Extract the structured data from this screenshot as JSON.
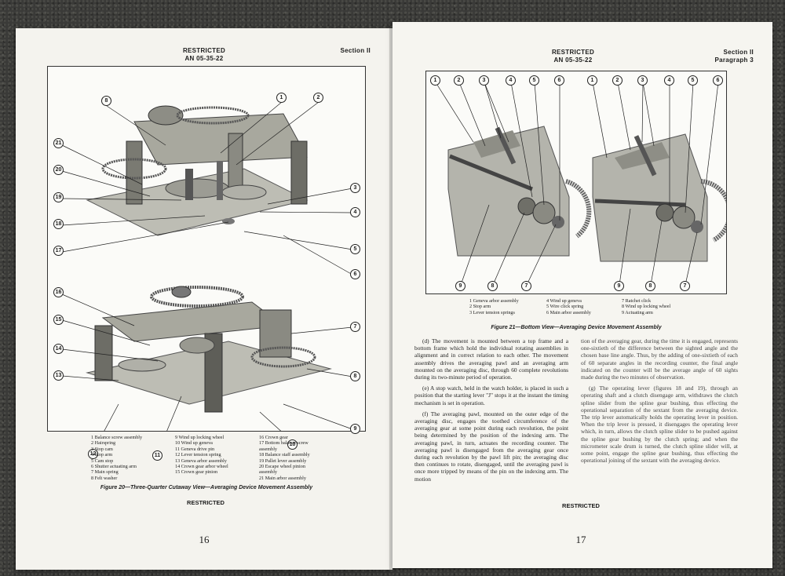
{
  "left_page": {
    "header_center_1": "RESTRICTED",
    "header_center_2": "AN 05-35-22",
    "header_right": "Section II",
    "figure_caption": "Figure 20—Three-Quarter Cutaway View—Averaging Device Movement Assembly",
    "callouts_top": [
      "8",
      "1",
      "2",
      "21",
      "20",
      "19",
      "18",
      "17",
      "3",
      "4",
      "5",
      "6"
    ],
    "callouts_bottom": [
      "16",
      "15",
      "14",
      "13",
      "12",
      "11",
      "10",
      "9",
      "8",
      "7"
    ],
    "legend": [
      [
        "1 Balance screw assembly",
        "2 Hairspring",
        "3 Stop cam",
        "4 Stop arm",
        "5 Cam stop",
        "6 Shutter actuating arm",
        "7 Main spring",
        "8 Felt washer"
      ],
      [
        "9 Wind up locking wheel",
        "10 Wind up geneva",
        "11 Geneva drive pin",
        "12 Lever tension spring",
        "13 Geneva arbor assembly",
        "14 Crown gear arbor wheel",
        "15 Crown gear pinion"
      ],
      [
        "16 Crown gear",
        "17 Bottom balance screw",
        "assembly",
        "18 Balance staff assembly",
        "19 Pallet lever assembly",
        "20 Escape wheel pinion",
        "assembly",
        "21 Main arbor assembly"
      ]
    ],
    "footer": "RESTRICTED",
    "page_number": "16"
  },
  "right_page": {
    "header_center_1": "RESTRICTED",
    "header_center_2": "AN 05-35-22",
    "header_right_1": "Section II",
    "header_right_2": "Paragraph 3",
    "figure_caption": "Figure 21—Bottom View—Averaging Device Movement Assembly",
    "callouts_top": [
      "1",
      "2",
      "3",
      "4",
      "5",
      "6",
      "1",
      "2",
      "3",
      "4",
      "5",
      "6"
    ],
    "callouts_bottom": [
      "9",
      "8",
      "7",
      "9",
      "8",
      "7"
    ],
    "legend": [
      [
        "1 Geneva arbor assembly",
        "2 Stop arm",
        "3 Lever tension springs"
      ],
      [
        "4 Wind up geneva",
        "5 Wire click spring",
        "6 Main arbor assembly"
      ],
      [
        "7 Ratchet click",
        "8 Wind up locking wheel",
        "9 Actuating arm"
      ]
    ],
    "col1": [
      "(d) The movement is mounted between a top frame and a bottom frame which hold the individual rotating assemblies in alignment and in correct relation to each other. The movement assembly drives the averaging pawl and an averaging arm mounted on the averaging disc, through 60 complete revolutions during its two-minute period of operation.",
      "(e) A stop watch, held in the watch holder, is placed in such a position that the starting lever \"J\" stops it at the instant the timing mechanism is set in operation.",
      "(f) The averaging pawl, mounted on the outer edge of the averaging disc, engages the toothed circumference of the averaging gear at some point during each revolution, the point being determined by the position of the indexing arm. The averaging pawl, in turn, actuates the recording counter. The averaging pawl is disengaged from the averaging gear once during each revolution by the pawl lift pin; the averaging disc then continues to rotate, disengaged, until the averaging pawl is once more tripped by means of the pin on the indexing arm. The motion"
    ],
    "col2": [
      "tion of the averaging gear, during the time it is engaged, represents one-sixtieth of the difference between the sighted angle and the chosen base line angle. Thus, by the adding of one-sixtieth of each of 60 separate angles in the recording counter, the final angle indicated on the counter will be the average angle of 60 sights made during the two minutes of observation.",
      "(g) The operating lever (figures 18 and 19), through an operating shaft and a clutch disengage arm, withdraws the clutch spline slider from the spline gear bushing, thus effecting the operational separation of the sextant from the averaging device. The trip lever automatically holds the operating lever in position. When the trip lever is pressed, it disengages the operating lever which, in turn, allows the clutch spline slider to be pushed against the spline gear bushing by the clutch spring; and when the micrometer scale drum is turned, the clutch spline slider will, at some point, engage the spline gear bushing, thus effecting the operational joining of the sextant with the averaging device."
    ],
    "footer": "RESTRICTED",
    "page_number": "17"
  }
}
